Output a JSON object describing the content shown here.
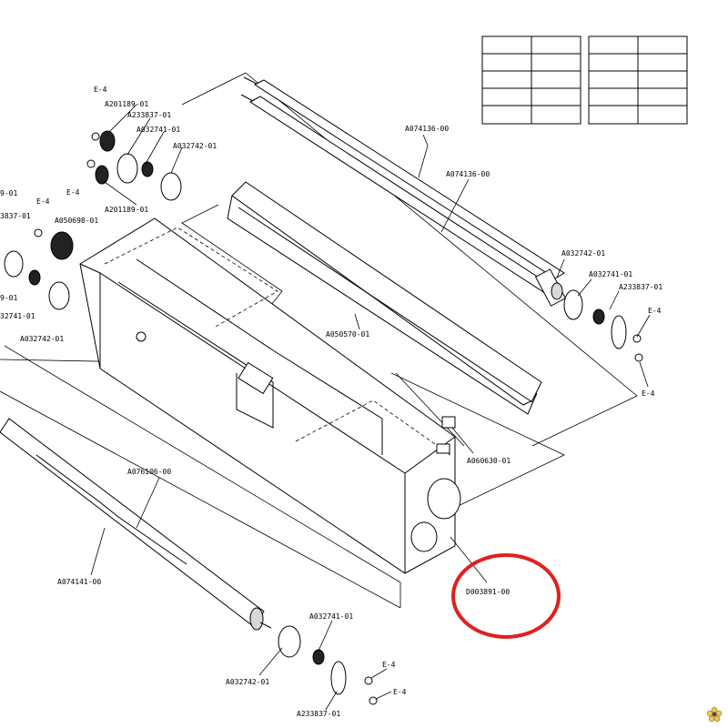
{
  "diagram": {
    "parts": {
      "e4_top_left_a": "E-4",
      "a201189_top": "A201189-01",
      "a233837_top": "A233837-01",
      "a032741_top": "A032741-01",
      "a032742_top": "A032742-01",
      "e4_top_left_b": "E-4",
      "a201189_mid": "A201189-01",
      "frag_9_01_a": "9-01",
      "e4_left": "E-4",
      "frag_3837_01": "3837-01",
      "a050698": "A050698-01",
      "frag_9_01_b": "9-01",
      "frag_32741_01": "32741-01",
      "a032742_left": "A032742-01",
      "a074136_upper": "A074136-00",
      "a074136_lower": "A074136-00",
      "a032742_right": "A032742-01",
      "a032741_right": "A032741-01",
      "a233837_right": "A233837-01",
      "e4_right_a": "E-4",
      "e4_right_b": "E-4",
      "a050570": "A050570-01",
      "a060630": "A060630-01",
      "a076106": "A076106-00",
      "a074141": "A074141-00",
      "d003891": "D003891-00",
      "a032741_bottom": "A032741-01",
      "a032742_bottom": "A032742-01",
      "e4_bottom_a": "E-4",
      "e4_bottom_b": "E-4",
      "a233837_bottom": "A233837-01"
    },
    "highlight_color": "#e02020"
  }
}
